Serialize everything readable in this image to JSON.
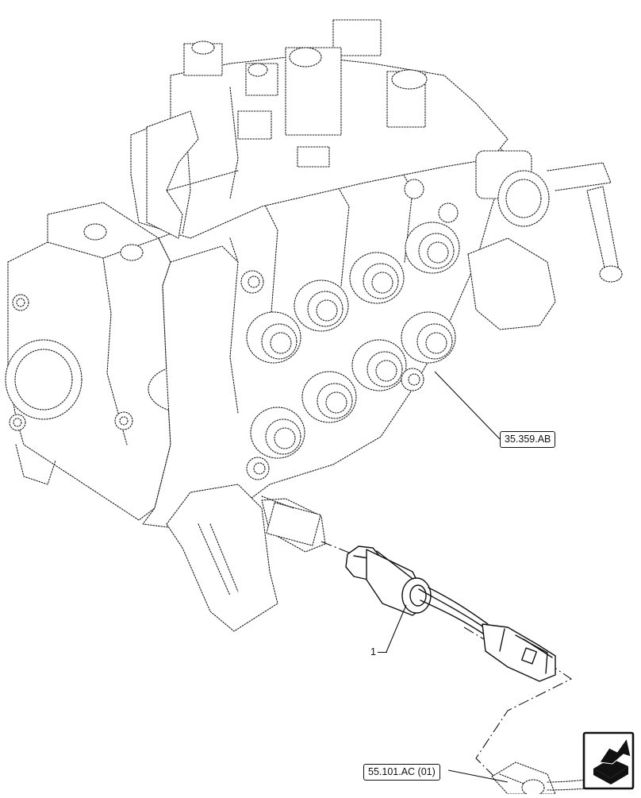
{
  "callouts": {
    "ref_valve_section": "35.359.AB",
    "ref_harness": "55.101.AC (01)",
    "item_1": "1"
  },
  "icons": {
    "nav": "next-page-arrow-icon"
  },
  "colors": {
    "line": "#111111",
    "background": "#ffffff"
  }
}
